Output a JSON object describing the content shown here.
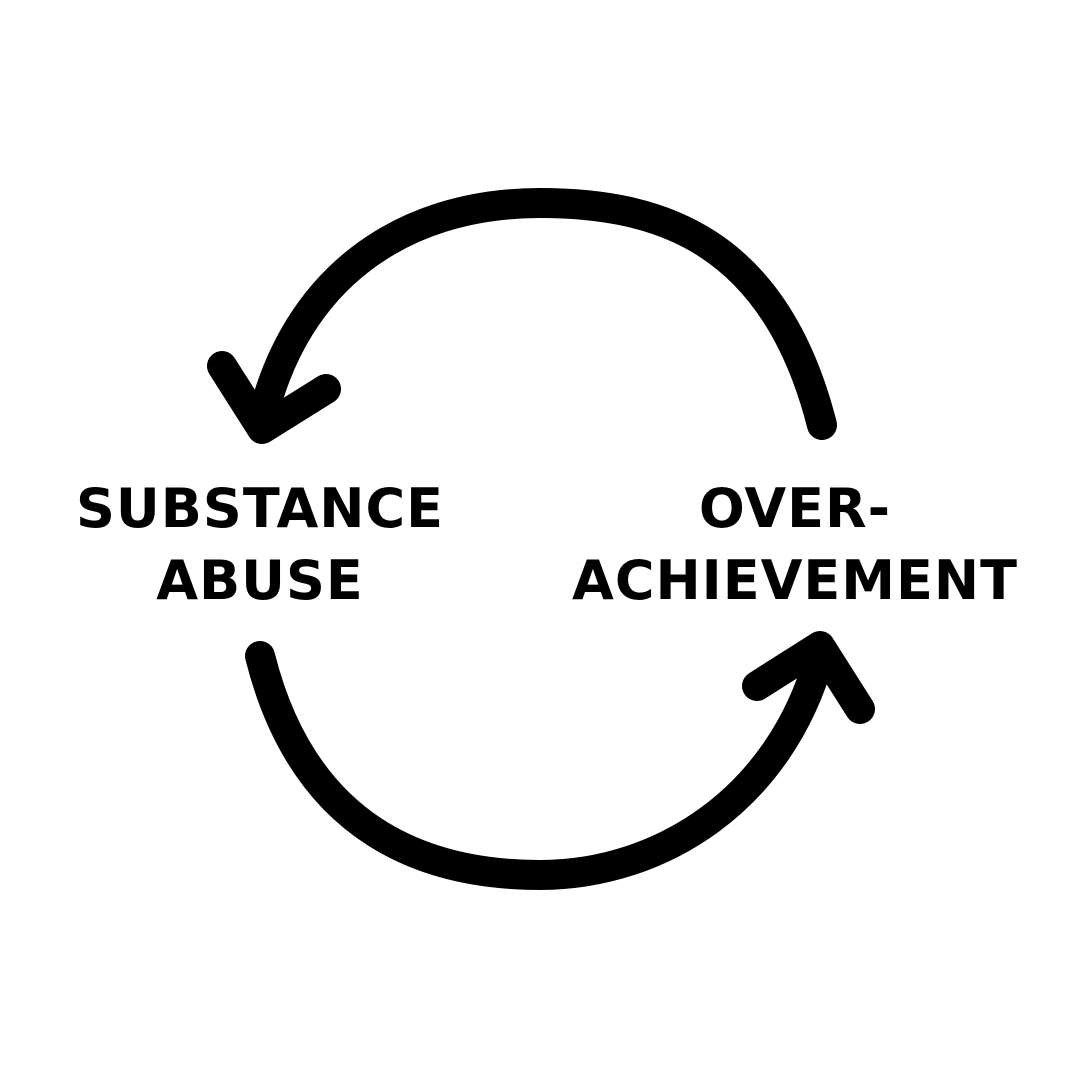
{
  "colors": {
    "background": "#ffffff",
    "ink": "#000000"
  },
  "nodes": {
    "left": {
      "line1": "SUBSTANCE",
      "line2": "ABUSE"
    },
    "right": {
      "line1": "OVER-",
      "line2": "ACHIEVEMENT"
    }
  },
  "arrows": [
    {
      "from": "right",
      "to": "left",
      "path": "top"
    },
    {
      "from": "left",
      "to": "right",
      "path": "bottom"
    }
  ]
}
